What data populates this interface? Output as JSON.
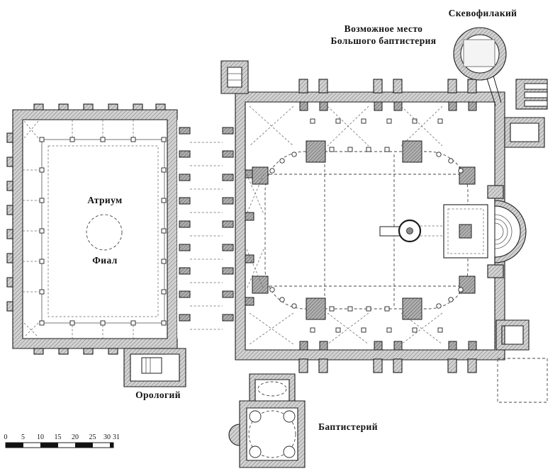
{
  "labels": {
    "skevophylakion": "Скевофилакий",
    "possible_place_line1": "Возможное место",
    "possible_place_line2": "Большого баптистерия",
    "atrium": "Атриум",
    "phiale": "Фиал",
    "horologion": "Орологий",
    "baptistery": "Баптистерий"
  },
  "scale_bar": {
    "unit_ticks": [
      "0",
      "5",
      "10",
      "15",
      "20",
      "25",
      "30",
      "31"
    ]
  },
  "colors": {
    "ink": "#1c1c1c",
    "wall_hatch_gray": "#d2d2d2",
    "pier_hatch_gray": "#b0b0b0",
    "background": "#ffffff"
  }
}
